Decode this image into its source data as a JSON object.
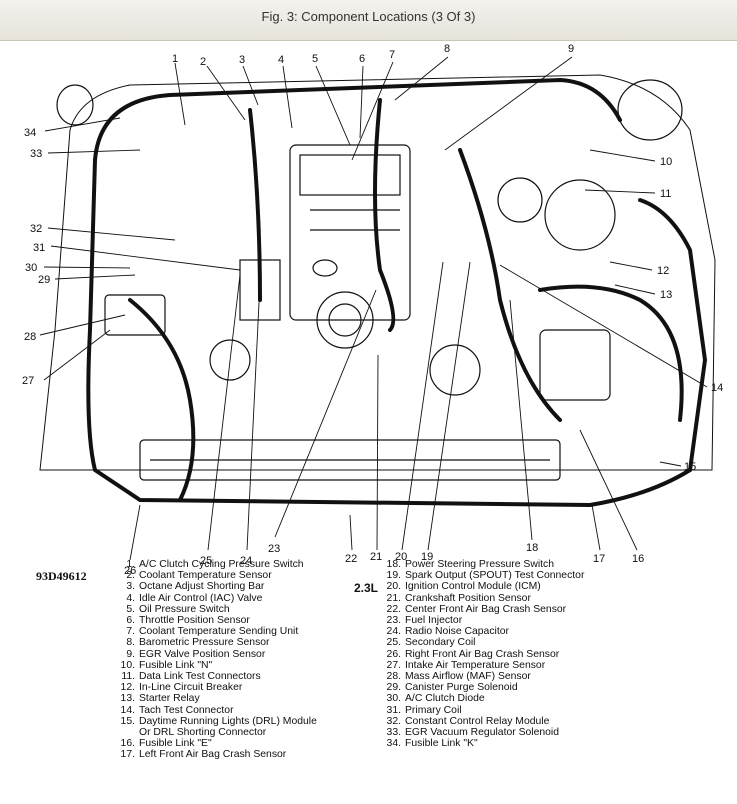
{
  "window": {
    "title": "Fig. 3: Component Locations (3 Of 3)"
  },
  "figure": {
    "code": "93D49612",
    "engine": "2.3L",
    "callouts": [
      "1",
      "2",
      "3",
      "4",
      "5",
      "6",
      "7",
      "8",
      "9",
      "10",
      "11",
      "12",
      "13",
      "14",
      "15",
      "16",
      "17",
      "18",
      "19",
      "20",
      "21",
      "22",
      "23",
      "24",
      "25",
      "26",
      "27",
      "28",
      "29",
      "30",
      "31",
      "32",
      "33",
      "34"
    ]
  },
  "legend": {
    "left": [
      {
        "num": "1.",
        "text": "A/C Clutch Cycling Pressure Switch"
      },
      {
        "num": "2.",
        "text": "Coolant Temperature Sensor"
      },
      {
        "num": "3.",
        "text": "Octane Adjust Shorting Bar"
      },
      {
        "num": "4.",
        "text": "Idle Air Control (IAC) Valve"
      },
      {
        "num": "5.",
        "text": "Oil Pressure Switch"
      },
      {
        "num": "6.",
        "text": "Throttle Position Sensor"
      },
      {
        "num": "7.",
        "text": "Coolant Temperature Sending Unit"
      },
      {
        "num": "8.",
        "text": "Barometric Pressure Sensor"
      },
      {
        "num": "9.",
        "text": "EGR Valve Position Sensor"
      },
      {
        "num": "10.",
        "text": "Fusible Link \"N\""
      },
      {
        "num": "11.",
        "text": "Data Link Test Connectors"
      },
      {
        "num": "12.",
        "text": "In-Line Circuit Breaker"
      },
      {
        "num": "13.",
        "text": "Starter Relay"
      },
      {
        "num": "14.",
        "text": "Tach Test Connector"
      },
      {
        "num": "15.",
        "text": "Daytime Running Lights (DRL) Module"
      },
      {
        "num": "",
        "text": "Or DRL Shorting Connector"
      },
      {
        "num": "16.",
        "text": "Fusible Link \"E\""
      },
      {
        "num": "17.",
        "text": "Left Front Air Bag Crash Sensor"
      }
    ],
    "right": [
      {
        "num": "18.",
        "text": "Power Steering Pressure Switch"
      },
      {
        "num": "19.",
        "text": "Spark Output (SPOUT) Test Connector"
      },
      {
        "num": "20.",
        "text": "Ignition Control Module (ICM)"
      },
      {
        "num": "21.",
        "text": "Crankshaft Position Sensor"
      },
      {
        "num": "22.",
        "text": "Center Front Air Bag Crash Sensor"
      },
      {
        "num": "23.",
        "text": "Fuel Injector"
      },
      {
        "num": "24.",
        "text": "Radio Noise Capacitor"
      },
      {
        "num": "25.",
        "text": "Secondary Coil"
      },
      {
        "num": "26.",
        "text": "Right Front Air Bag Crash Sensor"
      },
      {
        "num": "27.",
        "text": "Intake Air Temperature Sensor"
      },
      {
        "num": "28.",
        "text": "Mass Airflow (MAF) Sensor"
      },
      {
        "num": "29.",
        "text": "Canister Purge Solenoid"
      },
      {
        "num": "30.",
        "text": "A/C Clutch Diode"
      },
      {
        "num": "31.",
        "text": "Primary Coil"
      },
      {
        "num": "32.",
        "text": "Constant Control Relay Module"
      },
      {
        "num": "33.",
        "text": "EGR Vacuum Regulator Solenoid"
      },
      {
        "num": "34.",
        "text": "Fusible Link \"K\""
      }
    ]
  }
}
